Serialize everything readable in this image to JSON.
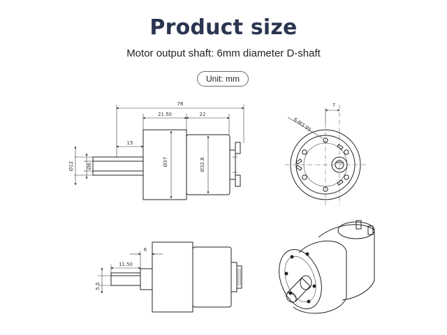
{
  "header": {
    "title": "Product size",
    "subtitle": "Motor output shaft: 6mm diameter D-shaft",
    "unit": "Unit: mm"
  },
  "side_view": {
    "overall_length": "76",
    "gearbox_length": "21.50",
    "motor_length": "22",
    "shaft_length": "15",
    "body_diameter": "Ø37",
    "motor_diameter": "Ø32.8",
    "shaft_diameter": "Ø6",
    "boss_diameter": "Ø12"
  },
  "front_view": {
    "screw_spec": "6-M3 ∇5",
    "shaft_offset": "7"
  },
  "bottom_view": {
    "shaft_flat_length": "11.50",
    "boss_length": "6",
    "flat_height": "5.5"
  },
  "colors": {
    "title": "#2a3550",
    "lines": "#222222"
  }
}
